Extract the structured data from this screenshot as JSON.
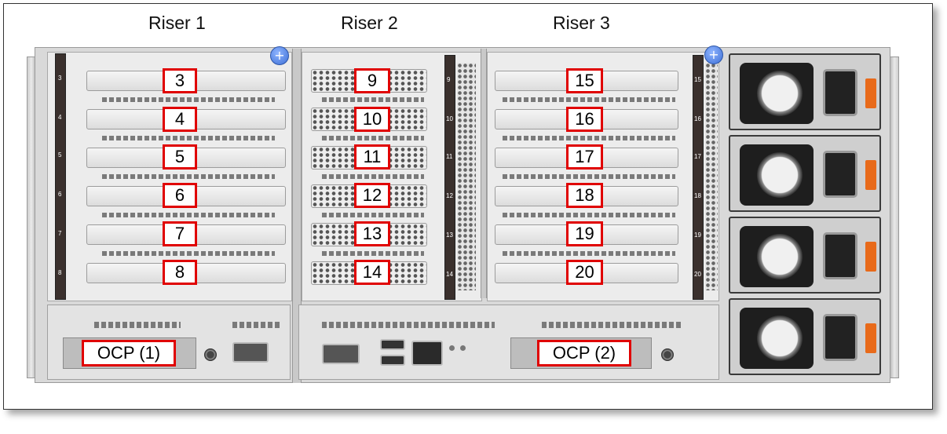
{
  "riser_titles": {
    "riser1": "Riser 1",
    "riser2": "Riser 2",
    "riser3": "Riser 3"
  },
  "riser1_slots": [
    "3",
    "4",
    "5",
    "6",
    "7",
    "8"
  ],
  "riser2_slots": [
    "9",
    "10",
    "11",
    "12",
    "13",
    "14"
  ],
  "riser3_slots": [
    "15",
    "16",
    "17",
    "18",
    "19",
    "20"
  ],
  "ocp": {
    "ocp1": "OCP (1)",
    "ocp2": "OCP (2)"
  },
  "colors": {
    "label_border": "#e00000",
    "thumbscrew": "#3d6fd6",
    "psu_handle": "#e86a1a",
    "slot_strip": "#3a302d"
  },
  "psu_count": 4
}
